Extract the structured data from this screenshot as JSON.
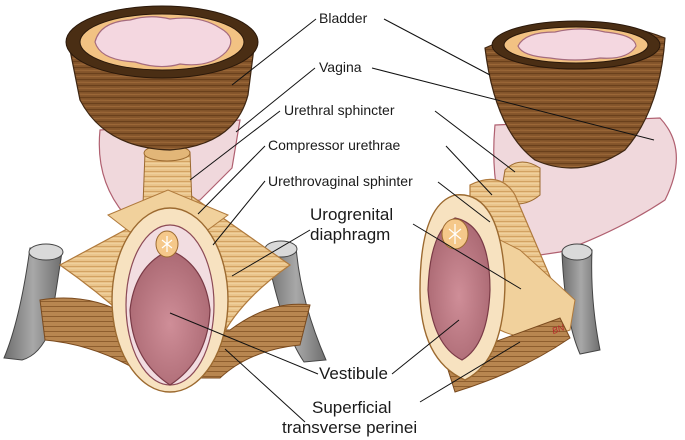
{
  "labels": {
    "bladder": "Bladder",
    "vagina": "Vagina",
    "urethral_sphincter": "Urethral sphincter",
    "compressor_urethrae": "Compressor urethrae",
    "urethrovaginal_sphincter": "Urethrovaginal sphinter",
    "urogenital_line1": "Urogrenital",
    "urogenital_line2": "diaphragm",
    "vestibule": "Vestibule",
    "superficial_line1": "Superficial",
    "superficial_line2": "transverse perinei"
  },
  "signature": "BN",
  "colors": {
    "muscle_brown": "#8a5a2e",
    "muscle_dark": "#5e3a1a",
    "diaphragm_tan": "#e8c58c",
    "vagina_pink": "#f0d8dc",
    "vestibule_rose": "#c4808c",
    "bone_gray": "#8a8a8a"
  }
}
